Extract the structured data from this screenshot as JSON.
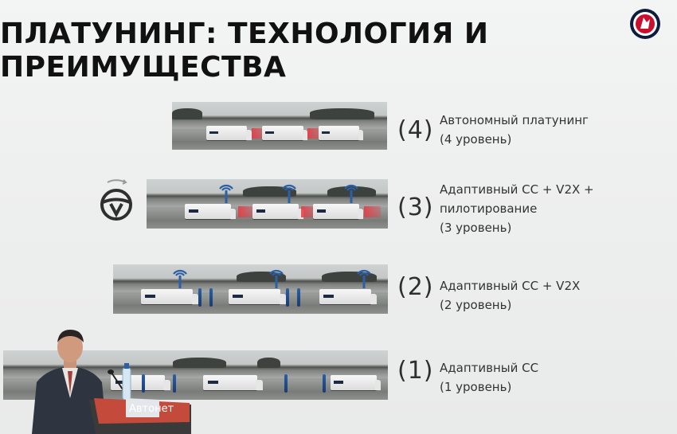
{
  "slide": {
    "title_lines": [
      "ПЛАТУНИНГ: ТЕХНОЛОГИЯ И",
      "ПРЕИМУЩЕСТВА"
    ],
    "levels": [
      {
        "number": "(4)",
        "lines": [
          "Автономный платунинг",
          "(4 уровень)"
        ]
      },
      {
        "number": "(3)",
        "lines": [
          "Адаптивный CC + V2X +",
          "пилотирование",
          "(3 уровень)"
        ]
      },
      {
        "number": "(2)",
        "lines": [
          "Адаптивный CC + V2X",
          "(2 уровень)"
        ]
      },
      {
        "number": "(1)",
        "lines": [
          "Адаптивный CC",
          "(1 уровень)"
        ]
      }
    ],
    "podium_label": "Автонет"
  },
  "icons": {
    "brand": "scania-griffin-logo-icon",
    "driver": "steering-wheel-icon",
    "connectivity": "wifi-antenna-icon"
  },
  "colors": {
    "background": "#eeefef",
    "accent_red": "#e63c46",
    "signal_blue": "#2c5fa6",
    "logo_red": "#c8102e",
    "logo_navy": "#0d1b3d"
  }
}
